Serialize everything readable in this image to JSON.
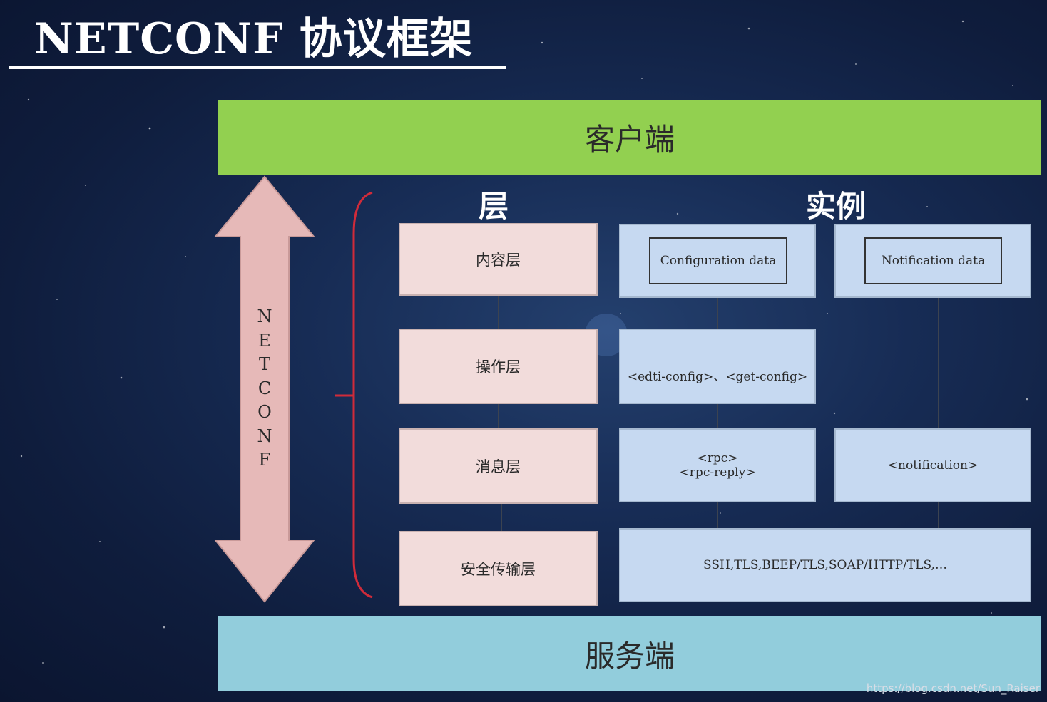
{
  "title": "NETCONF 协议框架",
  "client_label": "客户端",
  "server_label": "服务端",
  "arrow_label": "NETCONF",
  "headers": {
    "layer": "层",
    "instance": "实例"
  },
  "layers": [
    "内容层",
    "操作层",
    "消息层",
    "安全传输层"
  ],
  "instances": {
    "config_data": "Configuration data",
    "notification_data": "Notification data",
    "operations": "<edti-config>、<get-config>",
    "rpc": "<rpc>",
    "rpc_reply": "<rpc-reply>",
    "notification": "<notification>",
    "transport": "SSH,TLS,BEEP/TLS,SOAP/HTTP/TLS,…"
  },
  "watermark": "https://blog.csdn.net/Sun_Raiser",
  "colors": {
    "client": "#92d050",
    "server": "#92cddc",
    "layer_box": "#f2dcdb",
    "instance_box": "#c6d9f1",
    "arrow": "#e6b9b8",
    "bracket": "#d02b3a"
  }
}
